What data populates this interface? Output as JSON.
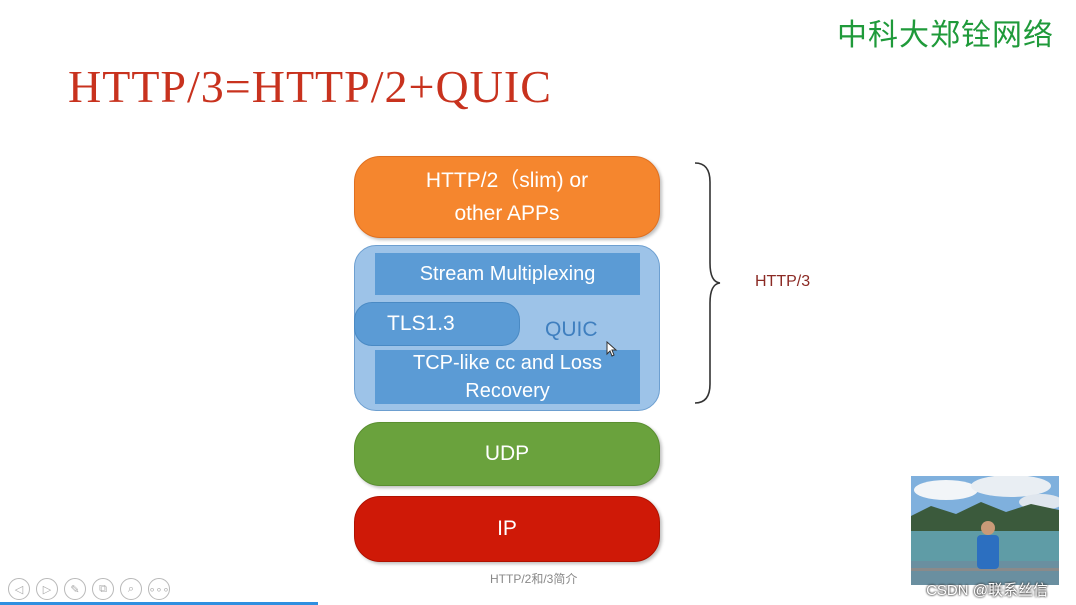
{
  "brand": "中科大郑铨网络",
  "slide": {
    "title": "HTTP/3=HTTP/2+QUIC",
    "layers": {
      "app_line1": "HTTP/2（slim) or",
      "app_line2": "other APPs",
      "stream": "Stream Multiplexing",
      "tls": "TLS1.3",
      "quic": "QUIC",
      "tcp_line1": "TCP-like cc and Loss",
      "tcp_line2": "Recovery",
      "udp": "UDP",
      "ip": "IP"
    },
    "brace_label": "HTTP/3",
    "caption": "HTTP/2和/3简介"
  },
  "colors": {
    "app": "#f5862e",
    "quic": "#9dc3e8",
    "inner": "#5b9bd5",
    "udp": "#6aa23d",
    "ip": "#cf1907",
    "title": "#c8321e",
    "brand": "#1f9a3a"
  },
  "toolbar": {
    "icons": [
      "prev-icon",
      "next-icon",
      "pen-icon",
      "copy-icon",
      "zoom-icon",
      "more-icon"
    ],
    "prev": "◁",
    "next": "▷",
    "pen": "✎",
    "copy": "⧉",
    "zoom": "⌕",
    "more": "∘∘∘"
  },
  "watermark": "CSDN @联系丝信"
}
